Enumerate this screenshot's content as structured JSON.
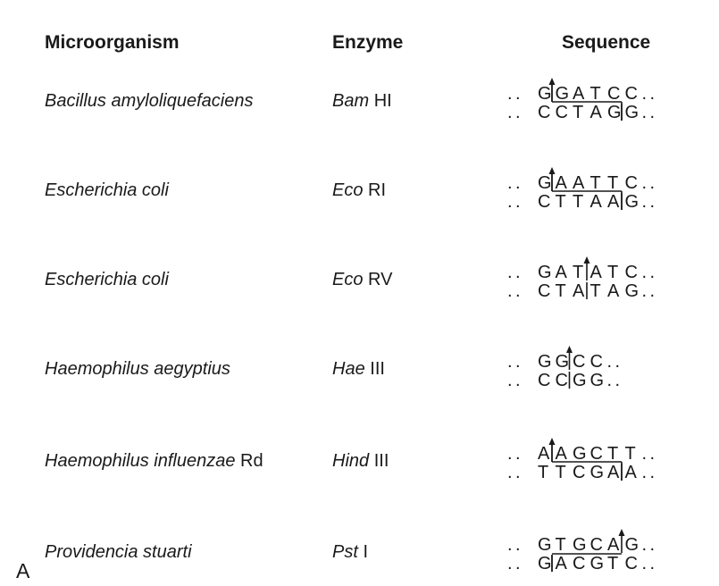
{
  "headers": {
    "organism": "Microorganism",
    "enzyme": "Enzyme",
    "sequence": "Sequence"
  },
  "panel_label": "A",
  "rows": [
    {
      "organism": "Bacillus amyloliquefaciens",
      "organism_suffix": "",
      "enzyme_italic": "Bam",
      "enzyme_roman": "HI",
      "top": [
        "G",
        "G",
        "A",
        "T",
        "C",
        "C"
      ],
      "bottom": [
        "C",
        "C",
        "T",
        "A",
        "G",
        "G"
      ],
      "top_cut": 1,
      "bottom_cut": 5,
      "top_span": [
        1,
        5
      ],
      "bottom_span": [
        1,
        5
      ],
      "bracket": true
    },
    {
      "organism": "Escherichia coli",
      "organism_suffix": "",
      "enzyme_italic": "Eco",
      "enzyme_roman": "RI",
      "top": [
        "G",
        "A",
        "A",
        "T",
        "T",
        "C"
      ],
      "bottom": [
        "C",
        "T",
        "T",
        "A",
        "A",
        "G"
      ],
      "top_cut": 1,
      "bottom_cut": 5,
      "top_span": [
        1,
        5
      ],
      "bottom_span": [
        1,
        5
      ],
      "bracket": true
    },
    {
      "organism": "Escherichia coli",
      "organism_suffix": "",
      "enzyme_italic": "Eco",
      "enzyme_roman": "RV",
      "top": [
        "G",
        "A",
        "T",
        "A",
        "T",
        "C"
      ],
      "bottom": [
        "C",
        "T",
        "A",
        "T",
        "A",
        "G"
      ],
      "top_cut": 3,
      "bottom_cut": 3,
      "bracket": false
    },
    {
      "organism": "Haemophilus aegyptius",
      "organism_suffix": "",
      "enzyme_italic": "Hae",
      "enzyme_roman": "III",
      "top": [
        "G",
        "G",
        "C",
        "C"
      ],
      "bottom": [
        "C",
        "C",
        "G",
        "G"
      ],
      "top_cut": 2,
      "bottom_cut": 2,
      "bracket": false
    },
    {
      "organism": "Haemophilus influenzae",
      "organism_suffix": "Rd",
      "enzyme_italic": "Hind",
      "enzyme_roman": "III",
      "top": [
        "A",
        "A",
        "G",
        "C",
        "T",
        "T"
      ],
      "bottom": [
        "T",
        "T",
        "C",
        "G",
        "A",
        "A"
      ],
      "top_cut": 1,
      "bottom_cut": 5,
      "top_span": [
        1,
        5
      ],
      "bottom_span": [
        1,
        5
      ],
      "bracket": true
    },
    {
      "organism": "Providencia stuarti",
      "organism_suffix": "",
      "enzyme_italic": "Pst",
      "enzyme_roman": "I",
      "top": [
        "G",
        "T",
        "G",
        "C",
        "A",
        "G"
      ],
      "bottom": [
        "G",
        "A",
        "C",
        "G",
        "T",
        "C"
      ],
      "top_cut": 5,
      "bottom_cut": 1,
      "top_span": [
        1,
        5
      ],
      "bottom_span": [
        1,
        5
      ],
      "bracket": true
    }
  ]
}
